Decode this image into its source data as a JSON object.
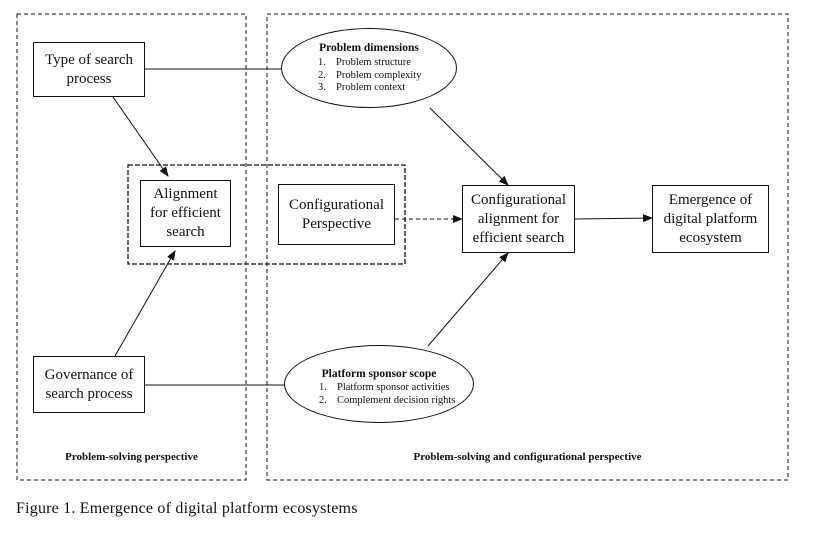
{
  "regions": {
    "left_label": "Problem-solving perspective",
    "right_label": "Problem-solving and configurational perspective"
  },
  "nodes": {
    "type_search": [
      "Type of search",
      "process"
    ],
    "alignment": [
      "Alignment",
      "for efficient",
      "search"
    ],
    "configurational": [
      "Configurational",
      "Perspective"
    ],
    "governance": [
      "Governance of",
      "search process"
    ],
    "config_alignment": [
      "Configurational",
      "alignment for",
      "efficient search"
    ],
    "emergence": [
      "Emergence of",
      "digital platform",
      "ecosystem"
    ]
  },
  "problem_dimensions": {
    "title": "Problem dimensions",
    "items": [
      {
        "num": "1.",
        "text": "Problem structure"
      },
      {
        "num": "2.",
        "text": "Problem complexity"
      },
      {
        "num": "3.",
        "text": "Problem context"
      }
    ]
  },
  "platform_sponsor_scope": {
    "title": "Platform sponsor scope",
    "items": [
      {
        "num": "1.",
        "text": "Platform sponsor activities"
      },
      {
        "num": "2.",
        "text": "Complement decision rights"
      }
    ]
  },
  "caption": "Figure 1. Emergence of digital platform ecosystems"
}
